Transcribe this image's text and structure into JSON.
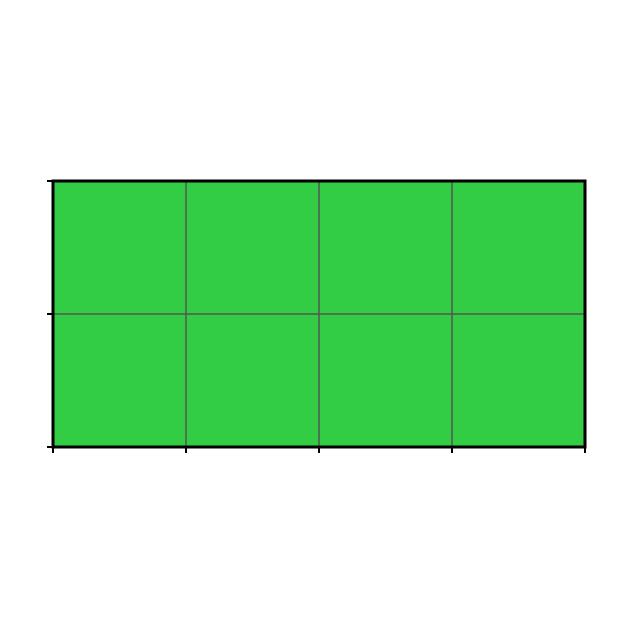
{
  "chart_data": {
    "type": "heatmap",
    "title": "",
    "xlabel": "",
    "ylabel": "",
    "rows": 2,
    "cols": 4,
    "values": [
      [
        1,
        1,
        1,
        1
      ],
      [
        1,
        1,
        1,
        1
      ]
    ],
    "cell_color": "#32cd45",
    "grid": true,
    "grid_color": "#555555",
    "axis_color": "#000000",
    "x_tick_count": 5,
    "y_tick_count": 3,
    "x_tick_labels": [],
    "y_tick_labels": []
  }
}
